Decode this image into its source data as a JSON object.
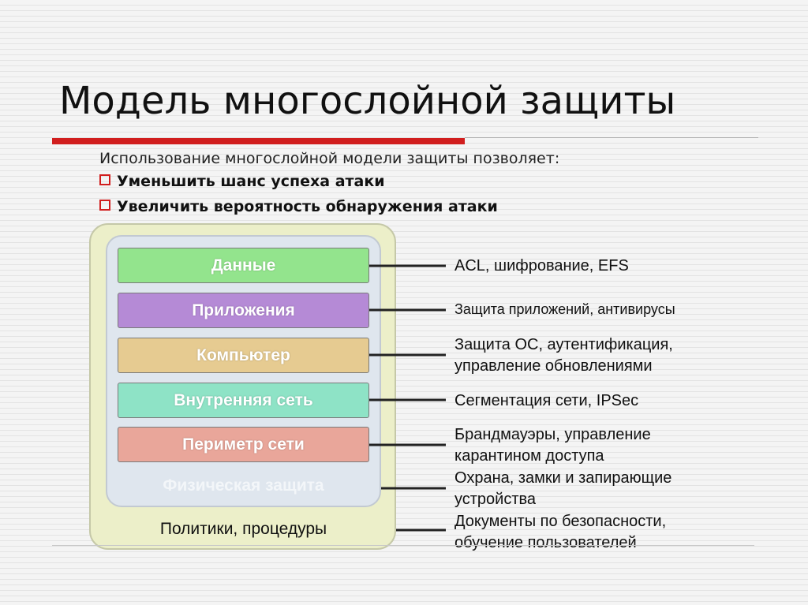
{
  "title": "Модель многослойной защиты",
  "intro": "Использование многослойной модели защиты позволяет:",
  "bullets": [
    "Уменьшить шанс успеха атаки",
    "Увеличить вероятность обнаружения атаки"
  ],
  "layers": [
    {
      "label": "Данные",
      "color": "#93e48d",
      "description": [
        "ACL, шифрование, EFS"
      ]
    },
    {
      "label": "Приложения",
      "color": "#b58ad6",
      "description": [
        "Защита приложений, антивирусы"
      ]
    },
    {
      "label": "Компьютер",
      "color": "#e6cb91",
      "description": [
        "Защита ОС, аутентификация,",
        "управление обновлениями"
      ]
    },
    {
      "label": "Внутренняя сеть",
      "color": "#8ee3c6",
      "description": [
        "Сегментация сети, IPSec"
      ]
    },
    {
      "label": "Периметр сети",
      "color": "#e9a69a",
      "description": [
        "Брандмауэры, управление",
        "карантином доступа"
      ]
    },
    {
      "label": "Физическая защита",
      "color": "#dfe6ee",
      "description": [
        "Охрана, замки и запирающие",
        "устройства"
      ]
    },
    {
      "label": "Политики, процедуры",
      "color": "#ecefc9",
      "description": [
        "Документы по безопасности,",
        "обучение пользователей"
      ]
    }
  ],
  "colors": {
    "accent": "#d11e1e",
    "connector": "#222222"
  }
}
